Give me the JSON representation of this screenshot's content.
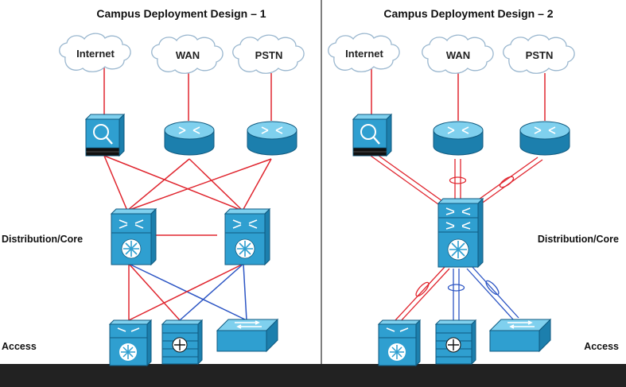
{
  "panels": [
    {
      "title": "Campus Deployment Design – 1",
      "clouds": [
        "Internet",
        "WAN",
        "PSTN"
      ],
      "layer_labels": {
        "distribution": "Distribution/Core",
        "access": "Access"
      }
    },
    {
      "title": "Campus Deployment Design – 2",
      "clouds": [
        "Internet",
        "WAN",
        "PSTN"
      ],
      "layer_labels": {
        "distribution": "Distribution/Core",
        "access": "Access"
      }
    }
  ],
  "colors": {
    "uplink_red": "#e0262f",
    "access_blue": "#2c55c4",
    "device_blue": "#2f9fd0",
    "cloud_outline": "#9ab7cf",
    "divider": "#555555",
    "bottom_bar": "#222222"
  },
  "icons": {
    "firewall": "firewall-icon",
    "router": "router-icon",
    "distribution_switch": "multilayer-switch-icon",
    "access_multilayer": "layer3-switch-icon",
    "access_chassis": "chassis-switch-icon",
    "access_workgroup": "workgroup-switch-icon"
  }
}
